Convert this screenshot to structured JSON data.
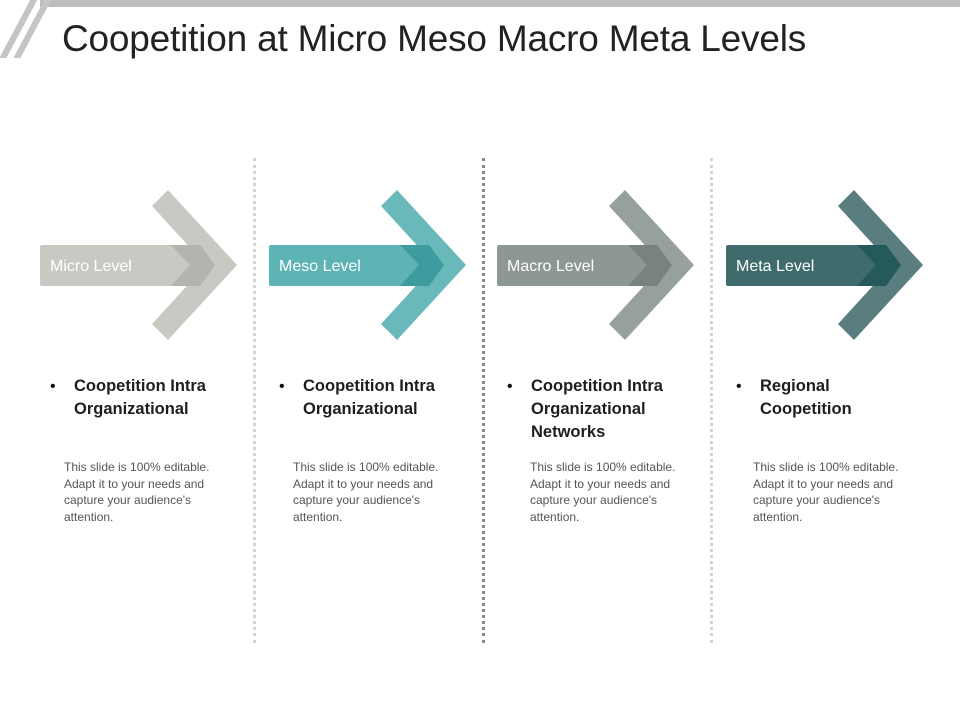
{
  "title": "Coopetition at Micro Meso Macro Meta Levels",
  "columns": [
    {
      "label": "Micro Level",
      "bullet": "Coopetition Intra\nOrganizational",
      "description": "This slide is 100% editable. Adapt it to your needs and capture your audience's attention.",
      "colors": {
        "rect": "#c9c8c3",
        "chevron": "#c9c8c3",
        "overlap": "#b4b3ae"
      }
    },
    {
      "label": "Meso Level",
      "bullet": "Coopetition Intra\nOrganizational",
      "description": "This slide is 100% editable. Adapt it to your needs and capture your audience's attention.",
      "colors": {
        "rect": "#5eb4b5",
        "chevron": "#6ab9ba",
        "overlap": "#3d9c9d"
      }
    },
    {
      "label": "Macro Level",
      "bullet": "Coopetition Intra\nOrganizational\nNetworks",
      "description": "This slide is 100% editable. Adapt it to your needs and capture your audience's attention.",
      "colors": {
        "rect": "#8d9894",
        "chevron": "#96a19c",
        "overlap": "#78837f"
      }
    },
    {
      "label": "Meta Level",
      "bullet": "Regional\nCoopetition",
      "description": "This slide is 100% editable. Adapt it to your needs and capture your audience's attention.",
      "colors": {
        "rect": "#3f6b6d",
        "chevron": "#5a7e80",
        "overlap": "#26595b"
      }
    }
  ]
}
